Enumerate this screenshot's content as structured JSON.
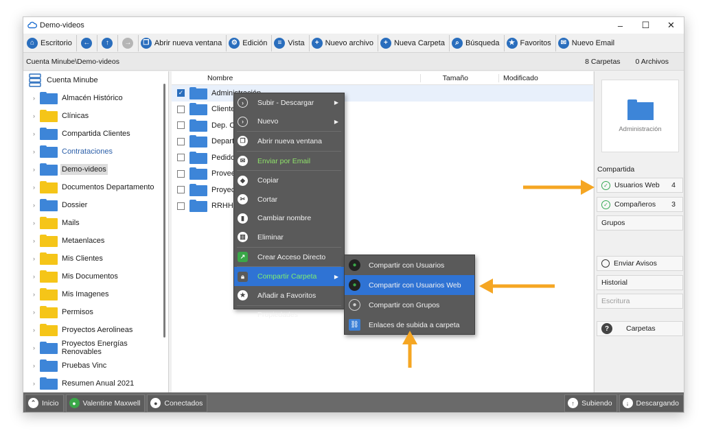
{
  "window": {
    "title": "Demo-videos"
  },
  "toolbar": {
    "escritorio": "Escritorio",
    "abrir_nueva_ventana": "Abrir nueva ventana",
    "edicion": "Edición",
    "vista": "Vista",
    "nuevo_archivo": "Nuevo archivo",
    "nueva_carpeta": "Nueva Carpeta",
    "busqueda": "Búsqueda",
    "favoritos": "Favoritos",
    "nuevo_email": "Nuevo Email"
  },
  "pathbar": {
    "path": "Cuenta Minube\\Demo-videos",
    "folders": "8 Carpetas",
    "files": "0 Archivos"
  },
  "sidebar": {
    "root": "Cuenta Minube",
    "items": [
      {
        "label": "Almacén Histórico",
        "color": "blue"
      },
      {
        "label": "Clínicas",
        "color": "yellow"
      },
      {
        "label": "Compartida Clientes",
        "color": "blue"
      },
      {
        "label": "Contrataciones",
        "color": "blue"
      },
      {
        "label": "Demo-videos",
        "color": "blue"
      },
      {
        "label": "Documentos Departamento",
        "color": "yellow"
      },
      {
        "label": "Dossier",
        "color": "blue"
      },
      {
        "label": "Mails",
        "color": "yellow"
      },
      {
        "label": "Metaenlaces",
        "color": "yellow"
      },
      {
        "label": "Mis Clientes",
        "color": "yellow"
      },
      {
        "label": "Mis Documentos",
        "color": "yellow"
      },
      {
        "label": "Mis Imagenes",
        "color": "yellow"
      },
      {
        "label": "Permisos",
        "color": "yellow"
      },
      {
        "label": "Proyectos Aerolineas",
        "color": "yellow"
      },
      {
        "label": "Proyectos Energías Renovables",
        "color": "blue"
      },
      {
        "label": "Pruebas Vinc",
        "color": "blue"
      },
      {
        "label": "Resumen Anual 2021",
        "color": "blue"
      }
    ]
  },
  "filelist": {
    "columns": {
      "name": "Nombre",
      "size": "Tamaño",
      "modified": "Modificado"
    },
    "rows": [
      {
        "name": "Administración",
        "checked": true
      },
      {
        "name": "Clientes",
        "checked": false
      },
      {
        "name": "Dep. Con",
        "checked": false
      },
      {
        "name": "Departam",
        "checked": false
      },
      {
        "name": "Pedidos",
        "checked": false
      },
      {
        "name": "Proveedo",
        "checked": false
      },
      {
        "name": "Proyecto",
        "checked": false
      },
      {
        "name": "RRHH",
        "checked": false
      }
    ]
  },
  "context_menu": {
    "items": [
      {
        "label": "Subir - Descargar",
        "icon": "chevron-circle-icon",
        "submenu": true
      },
      {
        "label": "Nuevo",
        "icon": "chevron-circle-icon",
        "submenu": true
      },
      {
        "label": "Abrir nueva ventana",
        "icon": "windows-icon"
      },
      {
        "label": "Enviar por Email",
        "icon": "mail-icon"
      },
      {
        "label": "Copiar",
        "icon": "layers-icon"
      },
      {
        "label": "Cortar",
        "icon": "scissors-icon"
      },
      {
        "label": "Cambiar nombre",
        "icon": "bookmark-icon"
      },
      {
        "label": "Eliminar",
        "icon": "trash-icon"
      },
      {
        "label": "Crear Acceso Directo",
        "icon": "shortcut-icon"
      },
      {
        "label": "Compartir Carpeta",
        "icon": "lock-icon",
        "submenu": true,
        "highlighted": true
      },
      {
        "label": "Añadir a Favoritos",
        "icon": "star-icon"
      },
      {
        "label": "Propiedades",
        "icon": ""
      }
    ]
  },
  "share_submenu": {
    "items": [
      {
        "label": "Compartir con Usuarios",
        "icon": "user-icon"
      },
      {
        "label": "Compartir con Usuarios Web",
        "icon": "user-icon",
        "highlighted": true
      },
      {
        "label": "Compartir con Grupos",
        "icon": "group-icon"
      },
      {
        "label": "Enlaces de subida a carpeta",
        "icon": "upload-link-icon"
      }
    ]
  },
  "right_panel": {
    "preview_name": "Administración",
    "shared_label": "Compartida",
    "usuarios_web": {
      "label": "Usuarios Web",
      "count": "4"
    },
    "companeros": {
      "label": "Compañeros",
      "count": "3"
    },
    "grupos": "Grupos",
    "enviar_avisos": "Enviar Avisos",
    "historial": "Historial",
    "escritura": "Escritura",
    "carpetas": "Carpetas"
  },
  "statusbar": {
    "inicio": "Inicio",
    "user": "Valentine Maxwell",
    "conectados": "Conectados",
    "subiendo": "Subiendo",
    "descargando": "Descargando"
  },
  "colors": {
    "accent": "#2f73d4",
    "arrow": "#f5a623",
    "menu_bg": "#5a5a5a"
  }
}
